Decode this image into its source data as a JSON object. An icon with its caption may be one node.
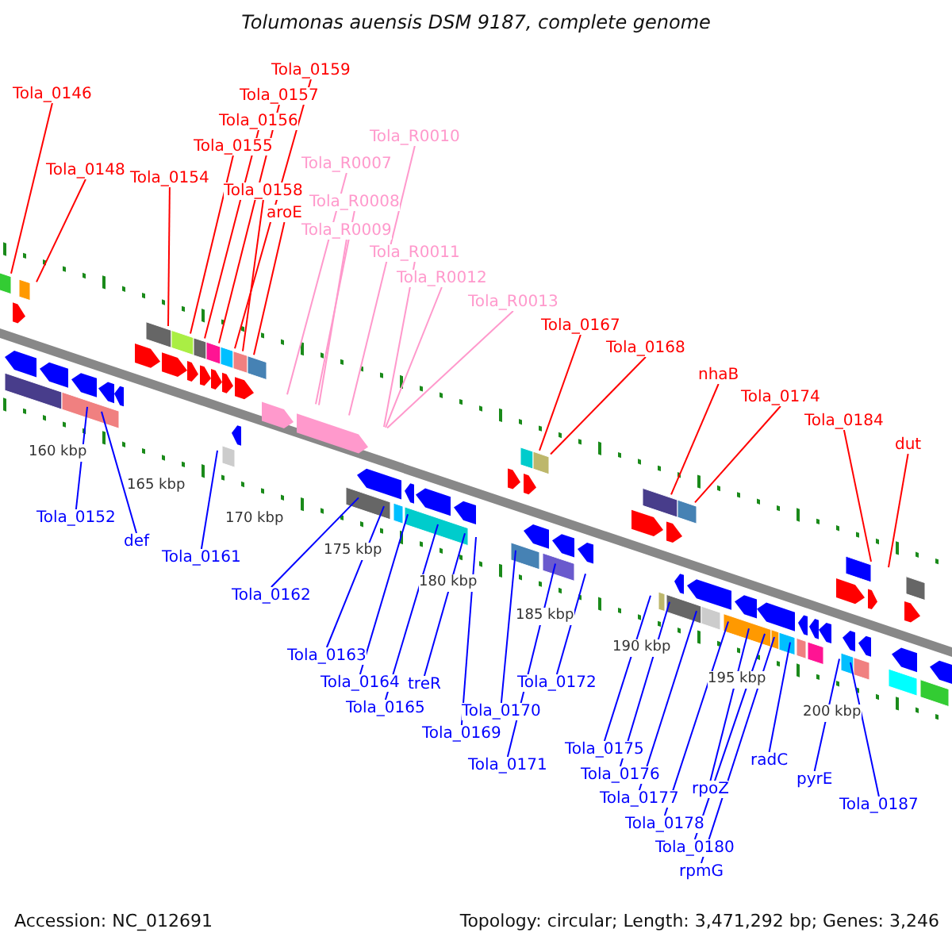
{
  "diagram": {
    "title": "Tolumonas auensis DSM 9187, complete genome",
    "nodes": [
      {
        "text": [
          "Tola_0146"
        ]
      },
      {
        "text": [
          "Tola_0148"
        ]
      },
      {
        "text": [
          "Tola_0154"
        ]
      },
      {
        "text": [
          "Tola_0155"
        ]
      },
      {
        "text": [
          "Tola_0156"
        ]
      },
      {
        "text": [
          "Tola_0157"
        ]
      },
      {
        "text": [
          "Tola_0159"
        ]
      },
      {
        "text": [
          "Tola_0158"
        ]
      },
      {
        "text": [
          "aroE"
        ]
      },
      {
        "text": [
          "Tola_R0007"
        ]
      },
      {
        "text": [
          "Tola_R0008"
        ]
      },
      {
        "text": [
          "Tola_R0009"
        ]
      },
      {
        "text": [
          "Tola_R0010"
        ]
      },
      {
        "text": [
          "Tola_R0011"
        ]
      },
      {
        "text": [
          "Tola_R0012"
        ]
      },
      {
        "text": [
          "Tola_R0013"
        ]
      },
      {
        "text": [
          "Tola_0167"
        ]
      },
      {
        "text": [
          "Tola_0168"
        ]
      },
      {
        "text": [
          "nhaB"
        ]
      },
      {
        "text": [
          "Tola_0174"
        ]
      },
      {
        "text": [
          "Tola_0184"
        ]
      },
      {
        "text": [
          "dut"
        ]
      },
      {
        "text": [
          "Tola_0152"
        ]
      },
      {
        "text": [
          "def"
        ]
      },
      {
        "text": [
          "Tola_0161"
        ]
      },
      {
        "text": [
          "Tola_0162"
        ]
      },
      {
        "text": [
          "Tola_0163"
        ]
      },
      {
        "text": [
          "Tola_0164"
        ]
      },
      {
        "text": [
          "Tola_0165"
        ]
      },
      {
        "text": [
          "treR"
        ]
      },
      {
        "text": [
          "Tola_0169"
        ]
      },
      {
        "text": [
          "Tola_0170"
        ]
      },
      {
        "text": [
          "Tola_0171"
        ]
      },
      {
        "text": [
          "Tola_0172"
        ]
      },
      {
        "text": [
          "Tola_0175"
        ]
      },
      {
        "text": [
          "Tola_0176"
        ]
      },
      {
        "text": [
          "Tola_0177"
        ]
      },
      {
        "text": [
          "Tola_0178"
        ]
      },
      {
        "text": [
          "rpoZ"
        ]
      },
      {
        "text": [
          "Tola_0180"
        ]
      },
      {
        "text": [
          "rpmG"
        ]
      },
      {
        "text": [
          "radC"
        ]
      },
      {
        "text": [
          "pyrE"
        ]
      },
      {
        "text": [
          "Tola_0187"
        ]
      }
    ],
    "edges": [
      {
        "from": 0,
        "to": null,
        "arrow": "none",
        "color": "#ff0000"
      },
      {
        "from": 1,
        "to": null,
        "arrow": "none",
        "color": "#ff0000"
      },
      {
        "from": 2,
        "to": null,
        "arrow": "none",
        "color": "#ff0000"
      },
      {
        "from": 3,
        "to": null,
        "arrow": "none",
        "color": "#ff0000"
      },
      {
        "from": 4,
        "to": null,
        "arrow": "none",
        "color": "#ff0000"
      },
      {
        "from": 5,
        "to": null,
        "arrow": "none",
        "color": "#ff0000"
      },
      {
        "from": 6,
        "to": null,
        "arrow": "none",
        "color": "#ff0000"
      },
      {
        "from": 7,
        "to": null,
        "arrow": "none",
        "color": "#ff0000"
      },
      {
        "from": 8,
        "to": null,
        "arrow": "none",
        "color": "#ff0000"
      },
      {
        "from": 9,
        "to": null,
        "arrow": "none",
        "color": "#ff99cc"
      },
      {
        "from": 10,
        "to": null,
        "arrow": "none",
        "color": "#ff99cc"
      },
      {
        "from": 11,
        "to": null,
        "arrow": "none",
        "color": "#ff99cc"
      },
      {
        "from": 12,
        "to": null,
        "arrow": "none",
        "color": "#ff99cc"
      },
      {
        "from": 13,
        "to": null,
        "arrow": "none",
        "color": "#ff99cc"
      },
      {
        "from": 14,
        "to": null,
        "arrow": "none",
        "color": "#ff99cc"
      },
      {
        "from": 15,
        "to": null,
        "arrow": "none",
        "color": "#ff99cc"
      },
      {
        "from": 16,
        "to": null,
        "arrow": "none",
        "color": "#ff0000"
      },
      {
        "from": 17,
        "to": null,
        "arrow": "none",
        "color": "#ff0000"
      },
      {
        "from": 18,
        "to": null,
        "arrow": "none",
        "color": "#ff0000"
      },
      {
        "from": 19,
        "to": null,
        "arrow": "none",
        "color": "#ff0000"
      },
      {
        "from": 20,
        "to": null,
        "arrow": "none",
        "color": "#ff0000"
      },
      {
        "from": 21,
        "to": null,
        "arrow": "none",
        "color": "#ff0000"
      },
      {
        "from": 22,
        "to": null,
        "arrow": "none"
      },
      {
        "from": 23,
        "to": null,
        "arrow": "none"
      },
      {
        "from": 24,
        "to": null,
        "arrow": "none"
      },
      {
        "from": 25,
        "to": null,
        "arrow": "none"
      },
      {
        "from": 26,
        "to": null,
        "arrow": "none"
      },
      {
        "from": 27,
        "to": null,
        "arrow": "none"
      },
      {
        "from": 28,
        "to": null,
        "arrow": "none"
      },
      {
        "from": 29,
        "to": null,
        "arrow": "none"
      },
      {
        "from": 30,
        "to": null,
        "arrow": "none"
      },
      {
        "from": 31,
        "to": null,
        "arrow": "none"
      },
      {
        "from": 32,
        "to": null,
        "arrow": "none"
      },
      {
        "from": 33,
        "to": null,
        "arrow": "none"
      },
      {
        "from": 34,
        "to": null,
        "arrow": "none"
      },
      {
        "from": 35,
        "to": null,
        "arrow": "none"
      },
      {
        "from": 36,
        "to": null,
        "arrow": "none"
      },
      {
        "from": 37,
        "to": null,
        "arrow": "none"
      },
      {
        "from": 38,
        "to": null,
        "arrow": "none"
      },
      {
        "from": 39,
        "to": null,
        "arrow": "none"
      },
      {
        "from": 40,
        "to": null,
        "arrow": "none"
      },
      {
        "from": 41,
        "to": null,
        "arrow": "none"
      },
      {
        "from": 42,
        "to": null,
        "arrow": "none"
      },
      {
        "from": 43,
        "to": null,
        "arrow": "none"
      }
    ],
    "labels": [
      "160 kbp",
      "165 kbp",
      "170 kbp",
      "175 kbp",
      "180 kbp",
      "185 kbp",
      "190 kbp",
      "195 kbp",
      "200 kbp",
      "Accession: NC_012691",
      "Topology: circular; Length: 3,471,292 bp; Genes: 3,246"
    ]
  }
}
